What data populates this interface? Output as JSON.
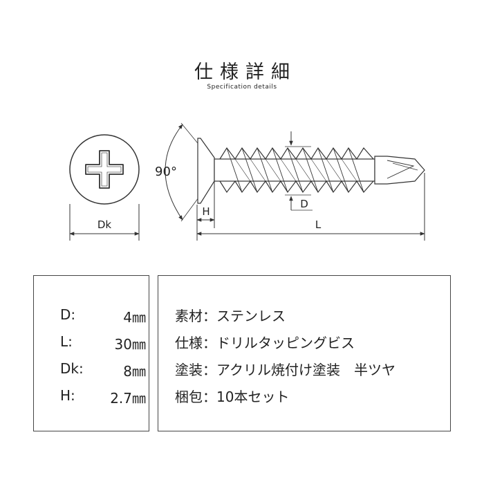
{
  "header": {
    "title": "仕様詳細",
    "subtitle": "Specification details"
  },
  "diagram": {
    "angle_label": "90°",
    "labels": {
      "dk": "Dk",
      "h": "H",
      "d": "D",
      "l": "L"
    }
  },
  "specs": [
    {
      "label": "D:",
      "value": "4㎜"
    },
    {
      "label": "L:",
      "value": "30㎜"
    },
    {
      "label": "Dk:",
      "value": "8㎜"
    },
    {
      "label": "H:",
      "value": "2.7㎜"
    }
  ],
  "details": [
    {
      "key": "素材",
      "sep": "：",
      "value": "ステンレス"
    },
    {
      "key": "仕様",
      "sep": "：",
      "value": "ドリルタッピングビス"
    },
    {
      "key": "塗装",
      "sep": "：",
      "value": "アクリル焼付け塗装　半ツヤ"
    },
    {
      "key": "梱包",
      "sep": "：",
      "value": "10本セット"
    }
  ]
}
